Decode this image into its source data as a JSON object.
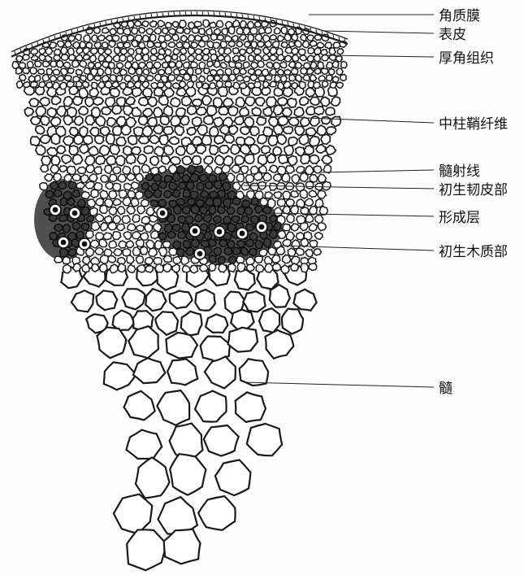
{
  "figure": {
    "labels": [
      {
        "id": "cuticle",
        "text": "角质膜"
      },
      {
        "id": "epidermis",
        "text": "表皮"
      },
      {
        "id": "collenchyma",
        "text": "厚角组织"
      },
      {
        "id": "pericycle-fiber",
        "text": "中柱鞘纤维"
      },
      {
        "id": "pith-ray",
        "text": "髓射线"
      },
      {
        "id": "primary-phloem",
        "text": "初生韧皮部"
      },
      {
        "id": "cambium",
        "text": "形成层"
      },
      {
        "id": "primary-xylem",
        "text": "初生木质部"
      },
      {
        "id": "pith",
        "text": "髓"
      }
    ]
  }
}
